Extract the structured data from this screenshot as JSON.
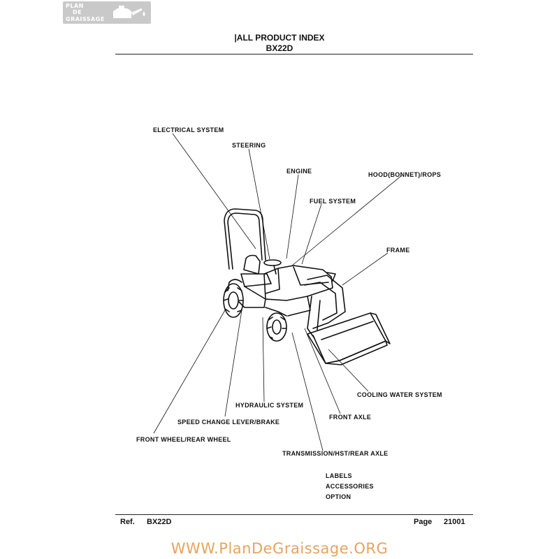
{
  "logo": {
    "line1": "PLAN",
    "line2": "DE",
    "line3": "GRAISSAGE"
  },
  "header": {
    "title": "|ALL PRODUCT INDEX",
    "model": "BX22D"
  },
  "labels": {
    "electrical_system": "ELECTRICAL SYSTEM",
    "steering": "STEERING",
    "engine": "ENGINE",
    "hood_rops": "HOOD(BONNET)/ROPS",
    "fuel_system": "FUEL SYSTEM",
    "frame": "FRAME",
    "cooling_water_system": "COOLING WATER SYSTEM",
    "hydraulic_system": "HYDRAULIC SYSTEM",
    "front_axle": "FRONT AXLE",
    "speed_change_lever_brake": "SPEED CHANGE LEVER/BRAKE",
    "front_wheel_rear_wheel": "FRONT WHEEL/REAR WHEEL",
    "transmission_hst_rear_axle": "TRANSMISSION/HST/REAR AXLE",
    "labels": "LABELS",
    "accessories": "ACCESSORIES",
    "option": "OPTION"
  },
  "footer": {
    "ref_label": "Ref.",
    "ref_value": "BX22D",
    "page_label": "Page",
    "page_value": "21001"
  },
  "watermark": "WWW.PlanDeGraissage.ORG",
  "colors": {
    "logo_bg": "#c9c9c9",
    "watermark": "#e8a35c"
  }
}
